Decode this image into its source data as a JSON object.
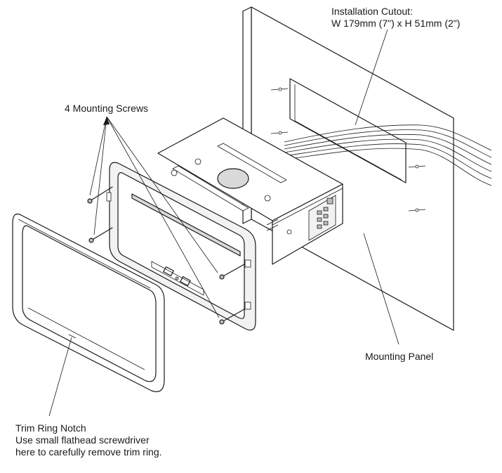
{
  "labels": {
    "cutout_title": "Installation Cutout:",
    "cutout_dims": "W 179mm (7\") x  H 51mm (2\")",
    "screws": "4 Mounting Screws",
    "panel": "Mounting Panel",
    "notch_title": "Trim Ring Notch",
    "notch_line1": "Use small flathead screwdriver",
    "notch_line2": "here to carefully remove trim ring."
  }
}
